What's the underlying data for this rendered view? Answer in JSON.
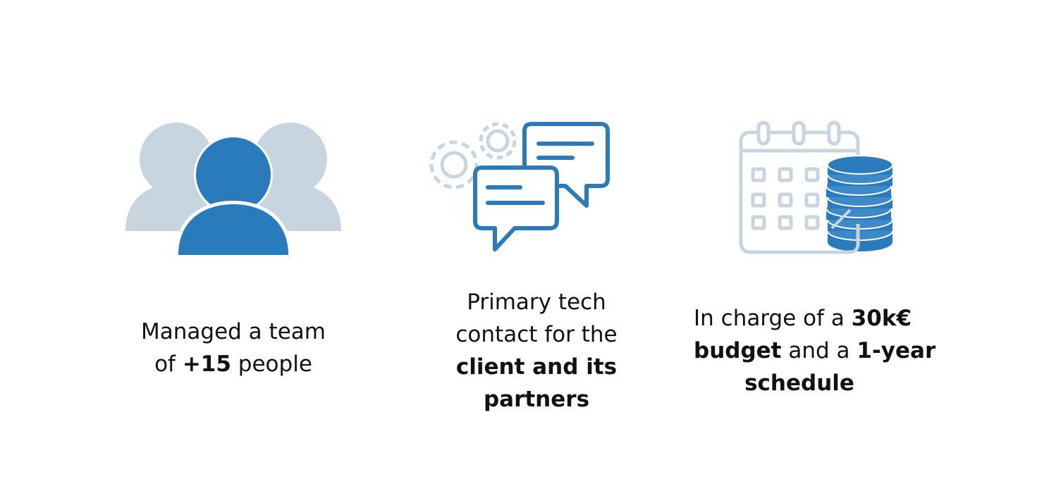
{
  "colors": {
    "primary_blue": "#2a7bbb",
    "light_gray_blue": "#c8d5df",
    "text": "#111111",
    "background": "#ffffff"
  },
  "items": [
    {
      "icon": "team-people-icon",
      "lines": [
        [
          {
            "text": "Managed a team",
            "bold": false
          }
        ],
        [
          {
            "text": "of ",
            "bold": false
          },
          {
            "text": "+15",
            "bold": true
          },
          {
            "text": " people",
            "bold": false
          }
        ]
      ]
    },
    {
      "icon": "chat-bubbles-gears-icon",
      "lines": [
        [
          {
            "text": "Primary tech",
            "bold": false
          }
        ],
        [
          {
            "text": "contact for the",
            "bold": false
          }
        ],
        [
          {
            "text": "client and its",
            "bold": true
          }
        ],
        [
          {
            "text": "partners",
            "bold": true
          }
        ]
      ]
    },
    {
      "icon": "calendar-coins-icon",
      "lines": [
        [
          {
            "text": "In charge of a ",
            "bold": false
          },
          {
            "text": "30k€",
            "bold": true
          }
        ],
        [
          {
            "text": "budget",
            "bold": true
          },
          {
            "text": " and a ",
            "bold": false
          },
          {
            "text": "1-year",
            "bold": true
          }
        ],
        [
          {
            "text": "schedule",
            "bold": true
          }
        ]
      ]
    }
  ]
}
